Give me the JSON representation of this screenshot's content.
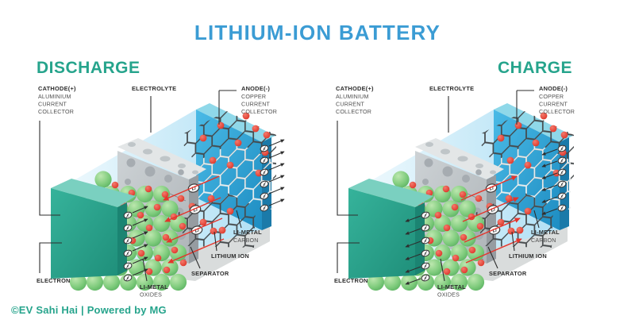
{
  "title": "LITHIUM-ION BATTERY",
  "footer": "©EV Sahi Hai | Powered by MG",
  "colors": {
    "title_blue": "#3B9CD4",
    "header_teal": "#26A48C",
    "ion_red": "#E5342B",
    "cathode_teal": "#2BA893",
    "anode_blue": "#2FA9DC"
  },
  "panels": [
    {
      "title": "DISCHARGE",
      "align": "left",
      "ion_arrow_dir": "left",
      "electron_arrow_dir": "right"
    },
    {
      "title": "CHARGE",
      "align": "right",
      "ion_arrow_dir": "right",
      "electron_arrow_dir": "left"
    }
  ],
  "labels": {
    "cathode_title": "CATHODE(+)",
    "cathode_lines": [
      "ALUMINIUM",
      "CURRENT",
      "COLLECTOR"
    ],
    "electrolyte": "ELECTROLYTE",
    "anode_title": "ANODE(-)",
    "anode_lines": [
      "COPPER",
      "CURRENT",
      "COLLECTOR"
    ],
    "limetal_carbon_title": "LI-METAL",
    "limetal_carbon_sub": "CARBON",
    "lithium_ion": "LITHIUM ION",
    "separator": "SEPARATOR",
    "limetal_oxides_title": "LI-METAL",
    "limetal_oxides_sub": "OXIDES",
    "electron": "ELECTRON",
    "li_symbol": "Li",
    "e_symbol": "e"
  }
}
